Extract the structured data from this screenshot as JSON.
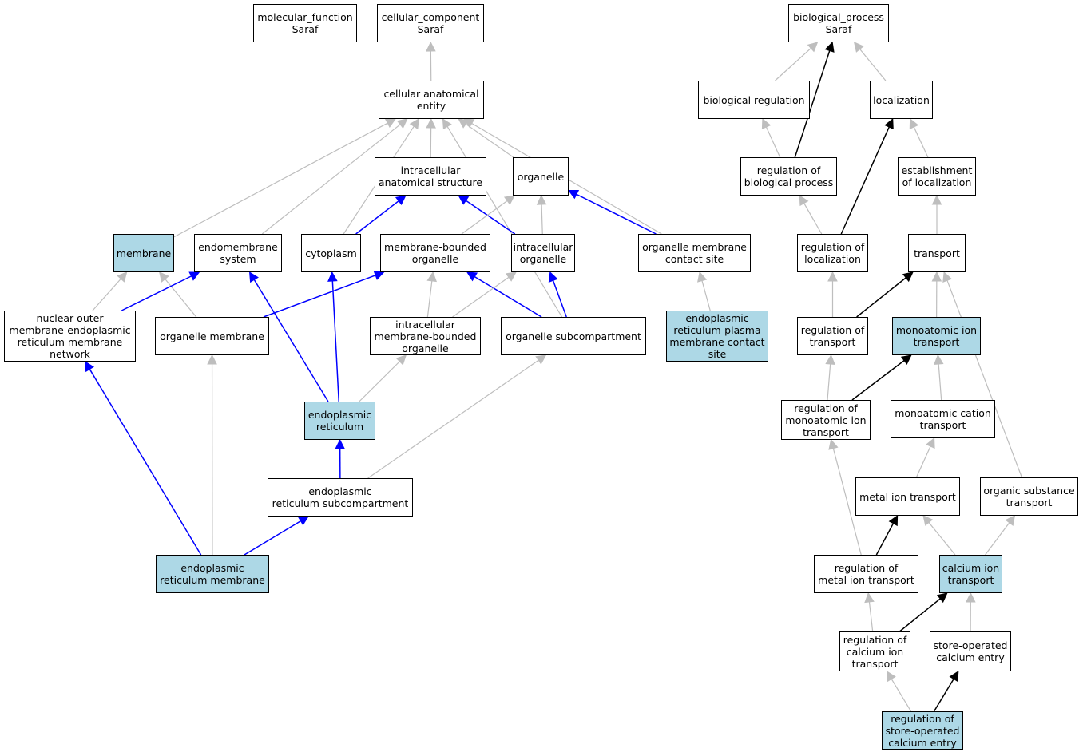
{
  "colors": {
    "highlight": "#add8e6",
    "is_a_edge": "#bebebe",
    "part_of_edge": "#0000ff",
    "regulates_edge": "#000000"
  },
  "nodes": {
    "mf": [
      "molecular_function",
      "Saraf"
    ],
    "cc": [
      "cellular_component",
      "Saraf"
    ],
    "bp": [
      "biological_process",
      "Saraf"
    ],
    "cae": [
      "cellular anatomical",
      "entity"
    ],
    "biored": [
      "biological regulation"
    ],
    "loc": [
      "localization"
    ],
    "ias": [
      "intracellular",
      "anatomical structure"
    ],
    "org": [
      "organelle"
    ],
    "rbp": [
      "regulation of",
      "biological process"
    ],
    "estloc": [
      "establishment",
      "of localization"
    ],
    "mem": [
      "membrane"
    ],
    "endo": [
      "endomembrane",
      "system"
    ],
    "cyto": [
      "cytoplasm"
    ],
    "mbo": [
      "membrane-bounded",
      "organelle"
    ],
    "io": [
      "intracellular",
      "organelle"
    ],
    "omcs": [
      "organelle membrane",
      "contact site"
    ],
    "regloc": [
      "regulation of",
      "localization"
    ],
    "transport": [
      "transport"
    ],
    "nomer": [
      "nuclear outer",
      "membrane-endoplasmic",
      "reticulum membrane",
      "network"
    ],
    "orgmem": [
      "organelle membrane"
    ],
    "imbo": [
      "intracellular",
      "membrane-bounded",
      "organelle"
    ],
    "osub": [
      "organelle subcompartment"
    ],
    "erpm": [
      "endoplasmic",
      "reticulum-plasma",
      "membrane contact",
      "site"
    ],
    "regtrans": [
      "regulation of",
      "transport"
    ],
    "mit": [
      "monoatomic ion",
      "transport"
    ],
    "er": [
      "endoplasmic",
      "reticulum"
    ],
    "regmit": [
      "regulation of",
      "monoatomic ion",
      "transport"
    ],
    "mct": [
      "monoatomic cation",
      "transport"
    ],
    "ersub": [
      "endoplasmic",
      "reticulum subcompartment"
    ],
    "metal": [
      "metal ion transport"
    ],
    "ost": [
      "organic substance",
      "transport"
    ],
    "ermem": [
      "endoplasmic",
      "reticulum membrane"
    ],
    "regmetal": [
      "regulation of",
      "metal ion transport"
    ],
    "cait": [
      "calcium ion",
      "transport"
    ],
    "regcait": [
      "regulation of",
      "calcium ion",
      "transport"
    ],
    "soce": [
      "store-operated",
      "calcium entry"
    ],
    "regsoce": [
      "regulation of",
      "store-operated",
      "calcium entry"
    ]
  },
  "highlighted": [
    "mem",
    "erpm",
    "mit",
    "er",
    "ermem",
    "cait",
    "regsoce"
  ],
  "edges": [
    {
      "from": "cae",
      "to": "cc",
      "kind": "is_a"
    },
    {
      "from": "ias",
      "to": "cae",
      "kind": "is_a"
    },
    {
      "from": "org",
      "to": "cae",
      "kind": "is_a"
    },
    {
      "from": "mem",
      "to": "cae",
      "kind": "is_a"
    },
    {
      "from": "endo",
      "to": "cae",
      "kind": "is_a"
    },
    {
      "from": "cyto",
      "to": "cae",
      "kind": "is_a"
    },
    {
      "from": "omcs",
      "to": "cae",
      "kind": "is_a"
    },
    {
      "from": "osub",
      "to": "cae",
      "kind": "is_a"
    },
    {
      "from": "cyto",
      "to": "ias",
      "kind": "part_of"
    },
    {
      "from": "io",
      "to": "ias",
      "kind": "part_of"
    },
    {
      "from": "mbo",
      "to": "org",
      "kind": "is_a"
    },
    {
      "from": "io",
      "to": "org",
      "kind": "is_a"
    },
    {
      "from": "omcs",
      "to": "org",
      "kind": "part_of"
    },
    {
      "from": "erpm",
      "to": "omcs",
      "kind": "is_a"
    },
    {
      "from": "nomer",
      "to": "mem",
      "kind": "is_a"
    },
    {
      "from": "orgmem",
      "to": "mem",
      "kind": "is_a"
    },
    {
      "from": "nomer",
      "to": "endo",
      "kind": "part_of"
    },
    {
      "from": "er",
      "to": "endo",
      "kind": "part_of"
    },
    {
      "from": "er",
      "to": "cyto",
      "kind": "part_of"
    },
    {
      "from": "orgmem",
      "to": "mbo",
      "kind": "part_of"
    },
    {
      "from": "imbo",
      "to": "mbo",
      "kind": "is_a"
    },
    {
      "from": "osub",
      "to": "mbo",
      "kind": "part_of"
    },
    {
      "from": "imbo",
      "to": "io",
      "kind": "is_a"
    },
    {
      "from": "osub",
      "to": "io",
      "kind": "part_of"
    },
    {
      "from": "ermem",
      "to": "nomer",
      "kind": "part_of"
    },
    {
      "from": "ermem",
      "to": "orgmem",
      "kind": "is_a"
    },
    {
      "from": "er",
      "to": "imbo",
      "kind": "is_a"
    },
    {
      "from": "ersub",
      "to": "osub",
      "kind": "is_a"
    },
    {
      "from": "ersub",
      "to": "er",
      "kind": "part_of"
    },
    {
      "from": "ermem",
      "to": "ersub",
      "kind": "part_of"
    },
    {
      "from": "biored",
      "to": "bp",
      "kind": "is_a"
    },
    {
      "from": "loc",
      "to": "bp",
      "kind": "is_a"
    },
    {
      "from": "rbp",
      "to": "bp",
      "kind": "regulates"
    },
    {
      "from": "rbp",
      "to": "biored",
      "kind": "is_a"
    },
    {
      "from": "estloc",
      "to": "loc",
      "kind": "is_a"
    },
    {
      "from": "regloc",
      "to": "loc",
      "kind": "regulates"
    },
    {
      "from": "regloc",
      "to": "rbp",
      "kind": "is_a"
    },
    {
      "from": "transport",
      "to": "estloc",
      "kind": "is_a"
    },
    {
      "from": "regtrans",
      "to": "regloc",
      "kind": "is_a"
    },
    {
      "from": "regtrans",
      "to": "transport",
      "kind": "regulates"
    },
    {
      "from": "mit",
      "to": "transport",
      "kind": "is_a"
    },
    {
      "from": "ost",
      "to": "transport",
      "kind": "is_a"
    },
    {
      "from": "regmit",
      "to": "regtrans",
      "kind": "is_a"
    },
    {
      "from": "regmit",
      "to": "mit",
      "kind": "regulates"
    },
    {
      "from": "mct",
      "to": "mit",
      "kind": "is_a"
    },
    {
      "from": "metal",
      "to": "mct",
      "kind": "is_a"
    },
    {
      "from": "regmetal",
      "to": "regmit",
      "kind": "is_a"
    },
    {
      "from": "regmetal",
      "to": "metal",
      "kind": "regulates"
    },
    {
      "from": "cait",
      "to": "metal",
      "kind": "is_a"
    },
    {
      "from": "cait",
      "to": "ost",
      "kind": "is_a"
    },
    {
      "from": "regcait",
      "to": "regmetal",
      "kind": "is_a"
    },
    {
      "from": "regcait",
      "to": "cait",
      "kind": "regulates"
    },
    {
      "from": "soce",
      "to": "cait",
      "kind": "is_a"
    },
    {
      "from": "regsoce",
      "to": "regcait",
      "kind": "is_a"
    },
    {
      "from": "regsoce",
      "to": "soce",
      "kind": "regulates"
    }
  ]
}
